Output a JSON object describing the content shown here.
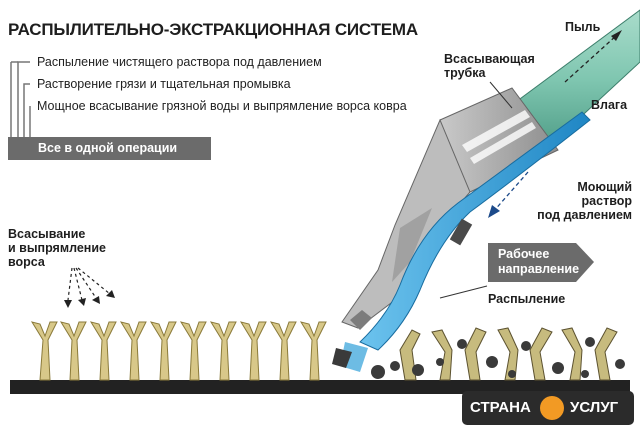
{
  "title": "РАСПЫЛИТЕЛЬНО-ЭКСТРАКЦИОННАЯ СИСТЕМА",
  "steps": [
    "Распыление чистящего раствора под давлением",
    "Растворение грязи и тщательная промывка",
    "Мощное всасывание грязной воды и выпрямление ворса ковра"
  ],
  "all_in_one": "Все в одной операции",
  "labels": {
    "dust": "Пыль",
    "suction_tube_1": "Всасывающая",
    "suction_tube_2": "трубка",
    "moisture": "Влага",
    "wash_1": "Моющий",
    "wash_2": "раствор",
    "wash_3": "под давлением",
    "suction_1": "Всасывание",
    "suction_2": "и выпрямление",
    "suction_3": "ворса",
    "work_dir_1": "Рабочее",
    "work_dir_2": "направление",
    "spray": "Распыление"
  },
  "logo": {
    "left": "СТРАНА",
    "right": "УСЛУГ"
  },
  "colors": {
    "tube_green": "#7fc6b0",
    "spray_blue": "#2f9fd8",
    "nozzle_gray": "#a9a9a9",
    "dark_gray": "#5e5e5e",
    "fiber_yellow": "#d8c889",
    "logo_orange": "#f29a24"
  }
}
